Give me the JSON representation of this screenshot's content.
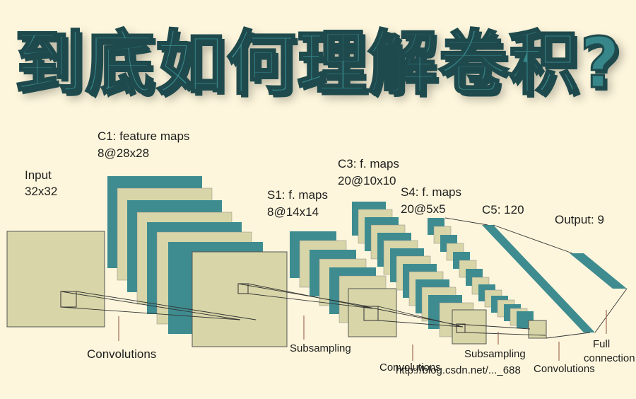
{
  "headline": "到底如何理解卷积?",
  "colors": {
    "teal": "#3e8c90",
    "tan": "#d8d6a8",
    "background": "#fdf6dc"
  },
  "labels": {
    "input": [
      "Input",
      "32x32"
    ],
    "c1": [
      "C1: feature maps",
      "8@28x28"
    ],
    "s1": [
      "S1: f. maps",
      "8@14x14"
    ],
    "c3": [
      "C3: f. maps",
      "20@10x10"
    ],
    "s4": [
      "S4: f. maps",
      "20@5x5"
    ],
    "c5": "C5: 120",
    "output": "Output: 9"
  },
  "operations": {
    "convolutions_1": "Convolutions",
    "subsampling_1": "Subsampling",
    "convolutions_2": "Convolutions",
    "subsampling_2": "Subsampling",
    "convolutions_3": "Convolutions",
    "full_connection": [
      "Full",
      "connection"
    ]
  },
  "watermark": "http://blog.csdn.net/..._688"
}
